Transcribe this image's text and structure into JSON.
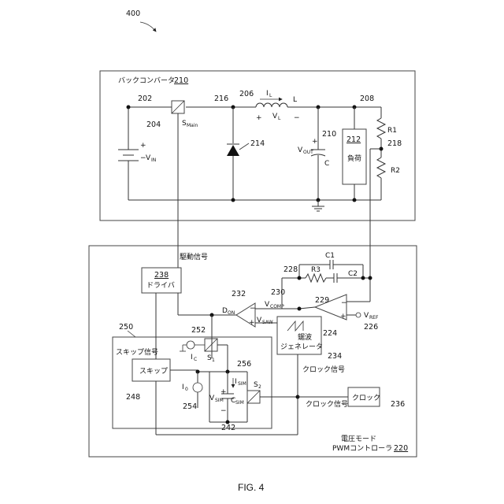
{
  "figure": {
    "number": "400",
    "caption": "FIG. 4"
  },
  "buck": {
    "title": "バックコンバータ",
    "ref": "210",
    "vin_label": "V",
    "vin_sub": "IN",
    "switch_label": "S",
    "switch_sub": "Main",
    "inductor_label": "L",
    "il_label": "I",
    "il_sub": "L",
    "vl_label": "V",
    "vl_sub": "L",
    "vout_label": "V",
    "vout_sub": "OUT",
    "cap_label": "C",
    "load_ref": "212",
    "load_label": "負荷",
    "r1_label": "R1",
    "r2_label": "R2",
    "refs": {
      "node_202": "202",
      "switch_204": "204",
      "node_206": "206",
      "node_208": "208",
      "cap_210": "210",
      "diode_214": "214",
      "node_216": "216",
      "node_218": "218"
    }
  },
  "controller": {
    "title_line1": "電圧モード",
    "title_line2": "PWMコントローラ",
    "ref": "220",
    "drive_signal": "駆動信号",
    "driver_ref": "238",
    "driver_label": "ドライバ",
    "c1": "C1",
    "c2": "C2",
    "r3": "R3",
    "vcomp_label": "V",
    "vcomp_sub": "COMP",
    "vsaw_label": "V",
    "vsaw_sub": "SAW",
    "vref_label": "V",
    "vref_sub": "REF",
    "don_label": "D",
    "don_sub": "ON",
    "sawtooth_line1": "鋸波",
    "sawtooth_line2": "ジェネレータ",
    "clock_signal": "クロック信号",
    "clock_label": "クロック",
    "skip_signal": "スキップ信号",
    "skip_label": "スキップ",
    "ic_label": "I",
    "ic_sub": "C",
    "s1_label": "S",
    "s1_sub": "1",
    "s2_label": "S",
    "s2_sub": "2",
    "i0_label": "I",
    "i0_sub": "0",
    "isim_label": "I",
    "isim_sub": "SIM",
    "vsim_label": "V",
    "vsim_sub": "SIM",
    "csim_label": "C",
    "csim_sub": "SIM",
    "refs": {
      "r3_228": "228",
      "node_229": "229",
      "node_230": "230",
      "comp_232": "232",
      "saw_234": "234",
      "clock_236": "236",
      "ea_224": "224",
      "vref_226": "226",
      "skip_block_250": "250",
      "s1_252": "252",
      "i0_254": "254",
      "node_256": "256",
      "csim_242": "242",
      "skip_248": "248"
    }
  }
}
